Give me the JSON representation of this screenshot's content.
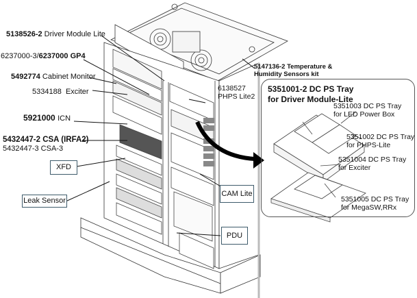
{
  "figure": {
    "type": "cabinet-assembly-diagram",
    "callouts_left": [
      {
        "id": "driver-module",
        "part": "5138526-2",
        "name": "Driver Module Lite"
      },
      {
        "id": "gp4",
        "part_prefix": "6237000-3/",
        "part": "6237000",
        "name": "GP4"
      },
      {
        "id": "cabinet-monitor",
        "part": "5492774",
        "name": "Cabinet Monitor"
      },
      {
        "id": "exciter",
        "part": "5334188",
        "name": "Exciter"
      },
      {
        "id": "icn",
        "part": "5921000",
        "name": "ICN"
      },
      {
        "id": "csa",
        "part": "5432447-2",
        "name": "CSA (IRFA2)",
        "alt_line": "5432447-3 CSA-3"
      }
    ],
    "boxed_labels": {
      "xfd": "XFD",
      "leak_sensor": "Leak Sensor",
      "cam_lite": "CAM Lite",
      "pdu": "PDU"
    },
    "callouts_right": {
      "phps": {
        "part": "6138527",
        "name": "PHPS Lite2"
      },
      "temp_humidity": {
        "line1": "5147136-2 Temperature &",
        "line2": "Humidity Sensors kit"
      }
    },
    "inset": {
      "title_line1": "5351001-2 DC PS Tray",
      "title_line2": "for Driver Module-Lite",
      "items": [
        {
          "line1": "5351003 DC PS Tray",
          "line2": "for LED Power Box"
        },
        {
          "line1": "5351002 DC PS Tray",
          "line2": "for PHPS-Lite"
        },
        {
          "line1": "5351004 DC PS Tray",
          "line2": "for Exciter"
        },
        {
          "line1": "5351005 DC PS Tray",
          "line2": "for MegaSW,RRx"
        }
      ]
    },
    "colors": {
      "line": "#222222",
      "box_border": "#3d5a6a",
      "arrow": "#000000"
    }
  }
}
